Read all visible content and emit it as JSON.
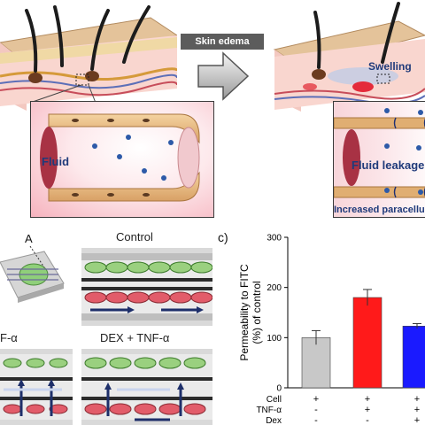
{
  "top": {
    "arrow_label": "Skin edema",
    "swelling_label": "Swelling",
    "fluid_label": "Fluid",
    "fluid_leakage_label": "Fluid leakage",
    "paracellular_label": "Increased paracellu"
  },
  "panel_b": {
    "point_label": "A",
    "control_label": "Control",
    "tnf_label": "F-α",
    "dex_tnf_label": "DEX + TNF-α"
  },
  "panel_c": {
    "letter": "c)",
    "chart_data": {
      "type": "bar",
      "ylabel_line1": "Permeability to FITC",
      "ylabel_line2": "(%) of control",
      "ylim": [
        0,
        300
      ],
      "yticks": [
        "0",
        "100",
        "200",
        "300"
      ],
      "values": [
        100,
        180,
        123
      ],
      "errors": [
        14,
        16,
        5
      ],
      "colors": [
        "#c8c8c8",
        "#ff1a1a",
        "#1a1aff"
      ],
      "condition_rows": [
        {
          "label": "Cell",
          "marks": [
            "+",
            "+",
            "+"
          ]
        },
        {
          "label": "TNF-α",
          "marks": [
            "-",
            "+",
            "+"
          ]
        },
        {
          "label": "Dex",
          "marks": [
            "-",
            "-",
            "+"
          ]
        }
      ]
    }
  }
}
